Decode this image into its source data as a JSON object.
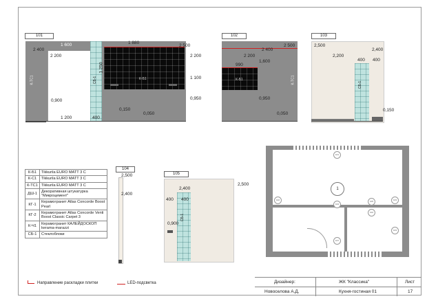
{
  "views": {
    "v101": {
      "label": "101",
      "dims": {
        "d1600": "1 600",
        "d1880": "1 880",
        "d2400": "2 400",
        "d2200": "2 200",
        "d2500": "2 500",
        "d2200b": "2 200",
        "d1250": "1 250",
        "d1100": "1 100",
        "d0900": "0,900",
        "d0950": "0,950",
        "d0150": "0,150",
        "d0050": "0,050",
        "d1200": "1 200",
        "d400": "400"
      },
      "zones": {
        "kts": "К-ТС1",
        "sb": "СБ-1",
        "kb": "К-Б1"
      }
    },
    "v102": {
      "label": "102",
      "dims": {
        "d2400": "2 400",
        "d2500": "2 500",
        "d2200": "2 200",
        "d990": "990",
        "d1600": "1,600",
        "d0950": "0,950",
        "d0050": "0,050"
      },
      "zones": {
        "kb": "К-Б1",
        "kts": "К-ТС1"
      }
    },
    "v103": {
      "label": "103",
      "dims": {
        "d2500": "2,500",
        "d2400": "2,400",
        "d2200": "2,200",
        "d400a": "400",
        "d400b": "400",
        "d0150": "0,150"
      },
      "zones": {
        "sb": "СБ-1"
      }
    },
    "v104": {
      "label": "104",
      "dims": {
        "d2500": "2,500",
        "d2400": "2,400"
      }
    },
    "v105": {
      "label": "105",
      "dims": {
        "d2400": "2,400",
        "d2500": "2,500",
        "d400a": "400",
        "d400b": "400",
        "d0900": "0,900"
      },
      "zones": {
        "sb": "СБ-1"
      }
    }
  },
  "legend": [
    {
      "code": "К-Б1",
      "desc": "Tikkurila EURO MATT 3 C"
    },
    {
      "code": "К-С1",
      "desc": "Tikkurila EURO MATT 3 C"
    },
    {
      "code": "К-ТС1",
      "desc": "Tikkurila EURO MATT 3 C"
    },
    {
      "code": "ДШ-1",
      "desc": "Декоративная штукатурка \"Микроцемент\""
    },
    {
      "code": "КГ-1",
      "desc": "Керамогранит Atlas Concorde Boost Pearl"
    },
    {
      "code": "КГ-2",
      "desc": "Керамогранит Atlas Concorde Venti Boost Classic Carpet 3"
    },
    {
      "code": "К-Ч1",
      "desc": "Керамогранит КАЛЕЙДОСКОП kerama-marazzi"
    },
    {
      "code": "СБ-1",
      "desc": "Стеклоблоки"
    }
  ],
  "footer": {
    "tile_direction": "Направление раскладки плитки",
    "led": "LED-подсветка"
  },
  "title_block": {
    "designer_label": "Дизайнер:",
    "designer_name": "Новоселова А.Д.",
    "project": "ЖК \"Классика\"",
    "room": "Кухня-гостиная 01",
    "sheet_label": "Лист",
    "sheet_no": "17"
  },
  "plan": {
    "room_no": "1",
    "tags": [
      "101",
      "102",
      "103",
      "104",
      "105",
      "102",
      "103",
      "107"
    ]
  },
  "colors": {
    "wall_grey": "#8c8c8c",
    "tile_black": "#0a0a0a",
    "glass_block": "#bfe3df",
    "led": "#d02020",
    "wall_light": "#f0ebe3"
  }
}
